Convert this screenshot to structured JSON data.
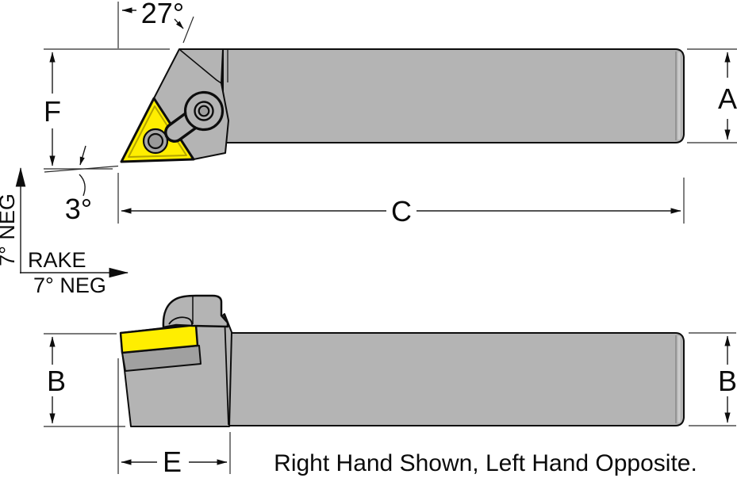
{
  "labels": {
    "angle_27": "27°",
    "angle_3": "3°",
    "dim_f": "F",
    "dim_a": "A",
    "dim_c": "C",
    "dim_b_left": "B",
    "dim_b_right": "B",
    "dim_e": "E",
    "rake_axis_vertical": "7° NEG",
    "rake_label": "RAKE",
    "rake_axis_horizontal": "7° NEG"
  },
  "footer": {
    "text": "Right Hand Shown, Left Hand Opposite."
  },
  "colors": {
    "background": "#ffffff",
    "body_gray": "#b4b4b4",
    "bevel_gray": "#cdcdcd",
    "shim_gray": "#a0a0a0",
    "hole_gray": "#a9a9a9",
    "hole_inner_gray": "#9a9a9a",
    "insert_yellow": "#ffee00",
    "insert_edge": "#b3a400",
    "line_black": "#0d0d0d"
  }
}
